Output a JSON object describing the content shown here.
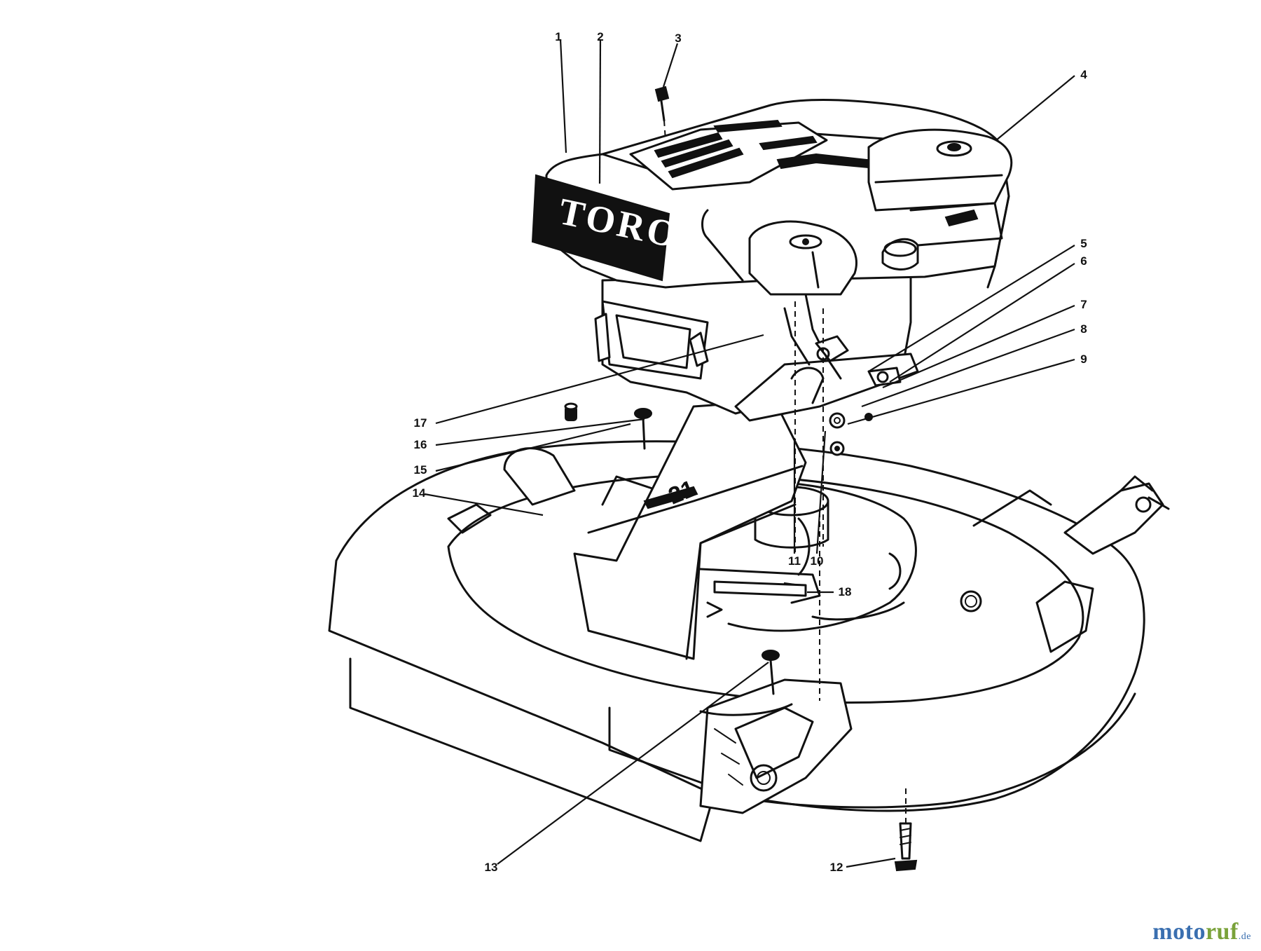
{
  "brand_logo_text": "TORO",
  "deck_badge_text": "21",
  "callouts": [
    "1",
    "2",
    "3",
    "4",
    "5",
    "6",
    "7",
    "8",
    "9",
    "10",
    "11",
    "12",
    "13",
    "14",
    "15",
    "16",
    "17",
    "18"
  ],
  "watermark": {
    "part1": "moto",
    "part2": "ruf",
    "suffix": ".de"
  }
}
